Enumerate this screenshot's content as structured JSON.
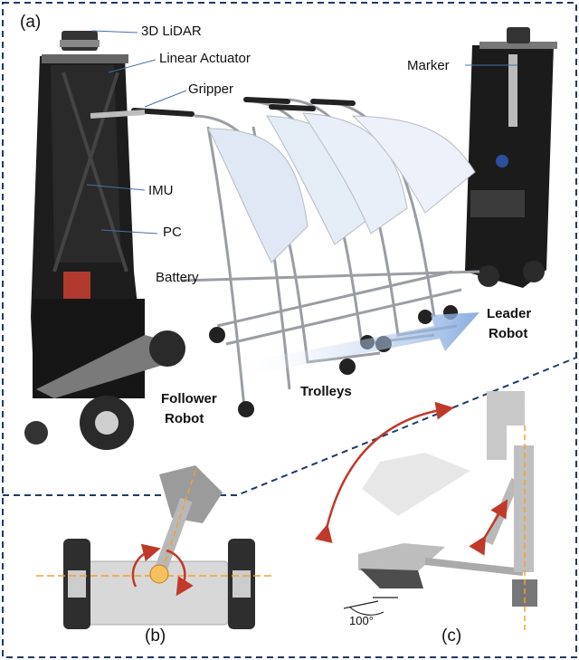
{
  "panels": {
    "a": "(a)",
    "b": "(b)",
    "c": "(c)"
  },
  "labels": {
    "lidar": "3D LiDAR",
    "actuator": "Linear Actuator",
    "gripper": "Gripper",
    "marker": "Marker",
    "imu": "IMU",
    "pc": "PC",
    "battery": "Battery",
    "leader1": "Leader",
    "leader2": "Robot",
    "follower1": "Follower",
    "follower2": "Robot",
    "trolleys": "Trolleys"
  },
  "angle_label": "100°",
  "colors": {
    "frame_dash": "#1f3a66",
    "arrow_red": "#c0392b",
    "axis_orange": "#f0a030",
    "motion_arrow": "#8fb0e0",
    "robot_black": "#1a1a1a",
    "trolley_steel": "#9a9ea3",
    "trolley_panel": "#dfe8f4"
  }
}
